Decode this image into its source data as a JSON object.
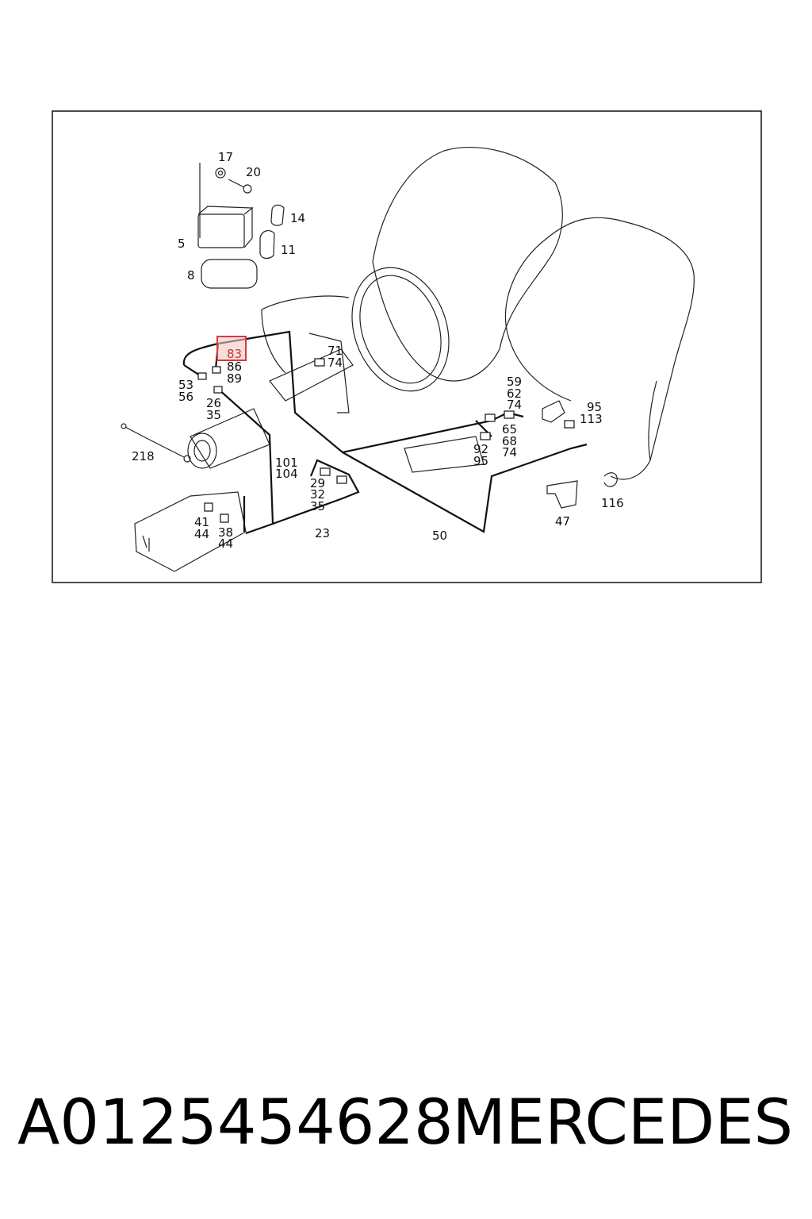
{
  "diagram": {
    "highlighted_callout": "83",
    "highlight_color": "#d9383a",
    "callouts": {
      "c17": "17",
      "c20": "20",
      "c14": "14",
      "c5": "5",
      "c11": "11",
      "c8": "8",
      "c71": "71",
      "c74a": "74",
      "c83": "83",
      "c86": "86",
      "c89": "89",
      "c53": "53",
      "c56": "56",
      "c26": "26",
      "c35a": "35",
      "c59": "59",
      "c62": "62",
      "c74b": "74",
      "c95a": "95",
      "c113": "113",
      "c65": "65",
      "c68": "68",
      "c74c": "74",
      "c92": "92",
      "c95b": "95",
      "c218": "218",
      "c101": "101",
      "c104": "104",
      "c29": "29",
      "c32": "32",
      "c35b": "35",
      "c116": "116",
      "c47": "47",
      "c41": "41",
      "c44a": "44",
      "c38": "38",
      "c44b": "44",
      "c23": "23",
      "c50": "50"
    }
  },
  "footer": {
    "part_number": "A0125454628",
    "brand": "MERCEDES"
  }
}
